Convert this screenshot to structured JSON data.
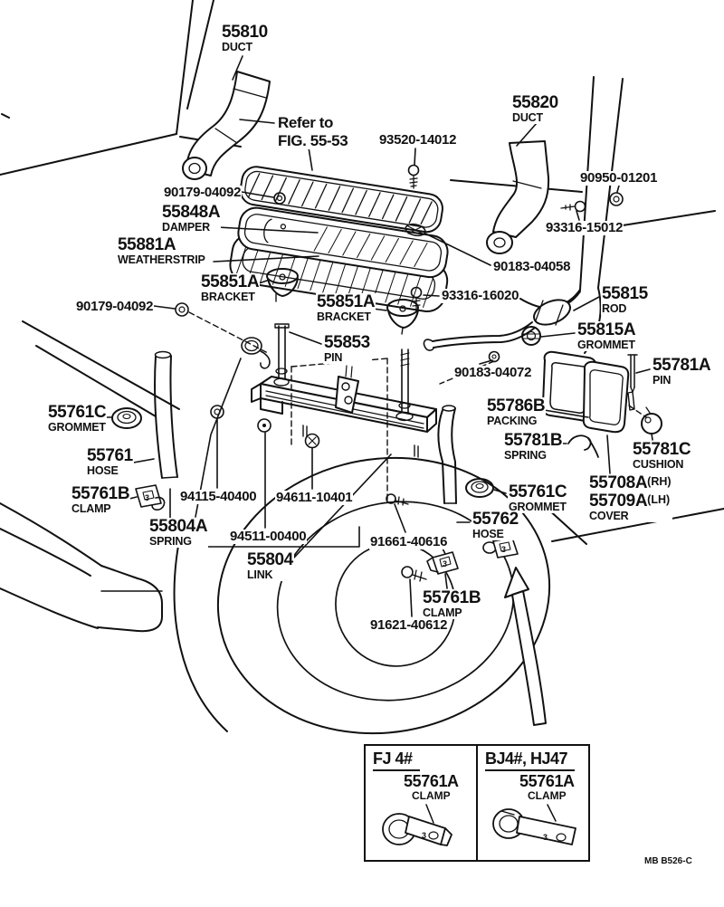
{
  "figure": {
    "footer_code": "MB B526-C",
    "part_mark": "3",
    "line_color": "#111111",
    "background": "#ffffff"
  },
  "note": {
    "line1": "Refer to",
    "line2": "FIG. 55-53"
  },
  "labels": {
    "duct_l": {
      "num": "55810",
      "name": "DUCT"
    },
    "duct_r": {
      "num": "55820",
      "name": "DUCT"
    },
    "damper": {
      "num": "55848A",
      "name": "DAMPER"
    },
    "weatherstrip": {
      "num": "55881A",
      "name": "WEATHERSTRIP"
    },
    "bracket": {
      "num": "55851A",
      "name": "BRACKET"
    },
    "rod": {
      "num": "55815",
      "name": "ROD"
    },
    "rod_grommet": {
      "num": "55815A",
      "name": "GROMMET"
    },
    "pin": {
      "num": "55853",
      "name": "PIN"
    },
    "pin_a": {
      "num": "55781A",
      "name": "PIN"
    },
    "packing": {
      "num": "55786B",
      "name": "PACKING"
    },
    "grommet_c": {
      "num": "55761C",
      "name": "GROMMET"
    },
    "spring_b": {
      "num": "55781B",
      "name": "SPRING"
    },
    "hose_1": {
      "num": "55761",
      "name": "HOSE"
    },
    "cushion": {
      "num": "55781C",
      "name": "CUSHION"
    },
    "clamp_b": {
      "num": "55761B",
      "name": "CLAMP"
    },
    "spring_a": {
      "num": "55804A",
      "name": "SPRING"
    },
    "hose_2": {
      "num": "55762",
      "name": "HOSE"
    },
    "link": {
      "num": "55804",
      "name": "LINK"
    },
    "clamp_a": {
      "num": "55761A",
      "name": "CLAMP"
    },
    "cover": {
      "num_rh": "55708A",
      "suffix_rh": "(RH)",
      "num_lh": "55709A",
      "suffix_lh": "(LH)",
      "name": "COVER"
    }
  },
  "part_numbers": {
    "n93520": "93520-14012",
    "n90950": "90950-01201",
    "n90179": "90179-04092",
    "n93316_15": "93316-15012",
    "n90183_58": "90183-04058",
    "n93316_16": "93316-16020",
    "n90183_72": "90183-04072",
    "n94115": "94115-40400",
    "n94611": "94611-10401",
    "n94511": "94511-00400",
    "n91661": "91661-40616",
    "n91621": "91621-40612"
  },
  "variant_table": {
    "left_title": "FJ 4#",
    "right_title": "BJ4#, HJ47"
  }
}
